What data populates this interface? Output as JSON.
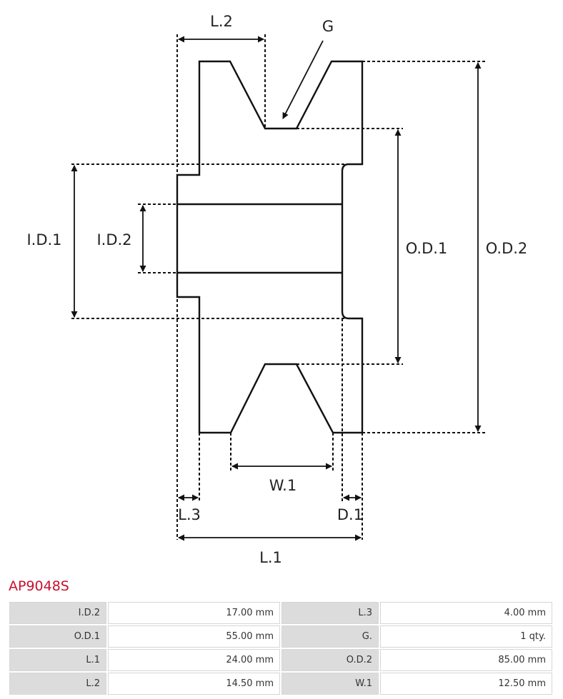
{
  "diagram": {
    "labels": {
      "l2": "L.2",
      "g": "G",
      "id1": "I.D.1",
      "id2": "I.D.2",
      "od1": "O.D.1",
      "od2": "O.D.2",
      "w1": "W.1",
      "l3": "L.3",
      "d1": "D.1",
      "l1": "L.1"
    }
  },
  "product": {
    "code": "AP9048S",
    "color": "#c8102e"
  },
  "specs": {
    "rows": [
      {
        "k1": "I.D.2",
        "v1": "17.00 mm",
        "k2": "L.3",
        "v2": "4.00 mm"
      },
      {
        "k1": "O.D.1",
        "v1": "55.00 mm",
        "k2": "G.",
        "v2": "1 qty."
      },
      {
        "k1": "L.1",
        "v1": "24.00 mm",
        "k2": "O.D.2",
        "v2": "85.00 mm"
      },
      {
        "k1": "L.2",
        "v1": "14.50 mm",
        "k2": "W.1",
        "v2": "12.50 mm"
      }
    ]
  }
}
